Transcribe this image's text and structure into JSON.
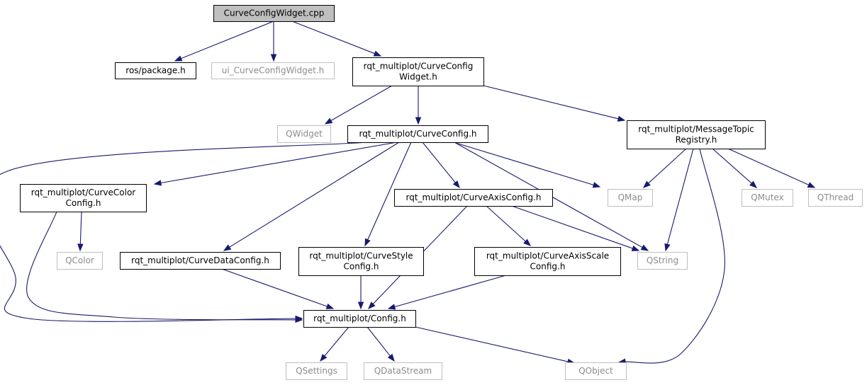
{
  "diagram": {
    "type": "include-dependency-graph",
    "colors": {
      "root_fill": "#bfbfbf",
      "documented_border": "#000000",
      "external_border": "#bfbfbf",
      "external_text": "#8c8c8c",
      "edge": "#191970"
    },
    "nodes": [
      {
        "id": "n0",
        "lines": [
          "CurveConfigWidget.cpp"
        ],
        "style": "root"
      },
      {
        "id": "n1",
        "lines": [
          "ros/package.h"
        ],
        "style": "documented"
      },
      {
        "id": "n2",
        "lines": [
          "ui_CurveConfigWidget.h"
        ],
        "style": "external"
      },
      {
        "id": "n3",
        "lines": [
          "rqt_multiplot/CurveConfig",
          "Widget.h"
        ],
        "style": "documented"
      },
      {
        "id": "n4",
        "lines": [
          "QWidget"
        ],
        "style": "external"
      },
      {
        "id": "n5",
        "lines": [
          "rqt_multiplot/CurveConfig.h"
        ],
        "style": "documented"
      },
      {
        "id": "n6",
        "lines": [
          "rqt_multiplot/MessageTopic",
          "Registry.h"
        ],
        "style": "documented"
      },
      {
        "id": "n7",
        "lines": [
          "rqt_multiplot/CurveColor",
          "Config.h"
        ],
        "style": "documented"
      },
      {
        "id": "n8",
        "lines": [
          "rqt_multiplot/CurveAxisConfig.h"
        ],
        "style": "documented"
      },
      {
        "id": "n9",
        "lines": [
          "QMap"
        ],
        "style": "external"
      },
      {
        "id": "n10",
        "lines": [
          "QMutex"
        ],
        "style": "external"
      },
      {
        "id": "n11",
        "lines": [
          "QThread"
        ],
        "style": "external"
      },
      {
        "id": "n12",
        "lines": [
          "QColor"
        ],
        "style": "external"
      },
      {
        "id": "n13",
        "lines": [
          "rqt_multiplot/CurveDataConfig.h"
        ],
        "style": "documented"
      },
      {
        "id": "n14",
        "lines": [
          "rqt_multiplot/CurveStyle",
          "Config.h"
        ],
        "style": "documented"
      },
      {
        "id": "n15",
        "lines": [
          "rqt_multiplot/CurveAxisScale",
          "Config.h"
        ],
        "style": "documented"
      },
      {
        "id": "n16",
        "lines": [
          "QString"
        ],
        "style": "external"
      },
      {
        "id": "n17",
        "lines": [
          "rqt_multiplot/Config.h"
        ],
        "style": "documented"
      },
      {
        "id": "n18",
        "lines": [
          "QSettings"
        ],
        "style": "external"
      },
      {
        "id": "n19",
        "lines": [
          "QDataStream"
        ],
        "style": "external"
      },
      {
        "id": "n20",
        "lines": [
          "QObject"
        ],
        "style": "external"
      }
    ],
    "edges": [
      {
        "id": "e0",
        "from": "n0",
        "to": "n1"
      },
      {
        "id": "e1",
        "from": "n0",
        "to": "n2"
      },
      {
        "id": "e2",
        "from": "n0",
        "to": "n3"
      },
      {
        "id": "e3",
        "from": "n3",
        "to": "n4"
      },
      {
        "id": "e4",
        "from": "n3",
        "to": "n5"
      },
      {
        "id": "e5",
        "from": "n3",
        "to": "n6"
      },
      {
        "id": "e6",
        "from": "n5",
        "to": "n7"
      },
      {
        "id": "e7",
        "from": "n5",
        "to": "n13"
      },
      {
        "id": "e8",
        "from": "n5",
        "to": "n14"
      },
      {
        "id": "e9",
        "from": "n5",
        "to": "n8"
      },
      {
        "id": "e10",
        "from": "n5",
        "to": "n9"
      },
      {
        "id": "e11",
        "from": "n5",
        "to": "n16"
      },
      {
        "id": "e12",
        "from": "n5",
        "to": "n17"
      },
      {
        "id": "e13",
        "from": "n6",
        "to": "n9"
      },
      {
        "id": "e14",
        "from": "n6",
        "to": "n10"
      },
      {
        "id": "e15",
        "from": "n6",
        "to": "n11"
      },
      {
        "id": "e16",
        "from": "n6",
        "to": "n16"
      },
      {
        "id": "e17",
        "from": "n6",
        "to": "n20"
      },
      {
        "id": "e18",
        "from": "n7",
        "to": "n12"
      },
      {
        "id": "e19",
        "from": "n7",
        "to": "n17"
      },
      {
        "id": "e20",
        "from": "n8",
        "to": "n15"
      },
      {
        "id": "e21",
        "from": "n8",
        "to": "n16"
      },
      {
        "id": "e22",
        "from": "n8",
        "to": "n17"
      },
      {
        "id": "e23",
        "from": "n13",
        "to": "n17"
      },
      {
        "id": "e24",
        "from": "n14",
        "to": "n17"
      },
      {
        "id": "e25",
        "from": "n15",
        "to": "n17"
      },
      {
        "id": "e26",
        "from": "n17",
        "to": "n18"
      },
      {
        "id": "e27",
        "from": "n17",
        "to": "n19"
      },
      {
        "id": "e28",
        "from": "n17",
        "to": "n20"
      }
    ]
  }
}
